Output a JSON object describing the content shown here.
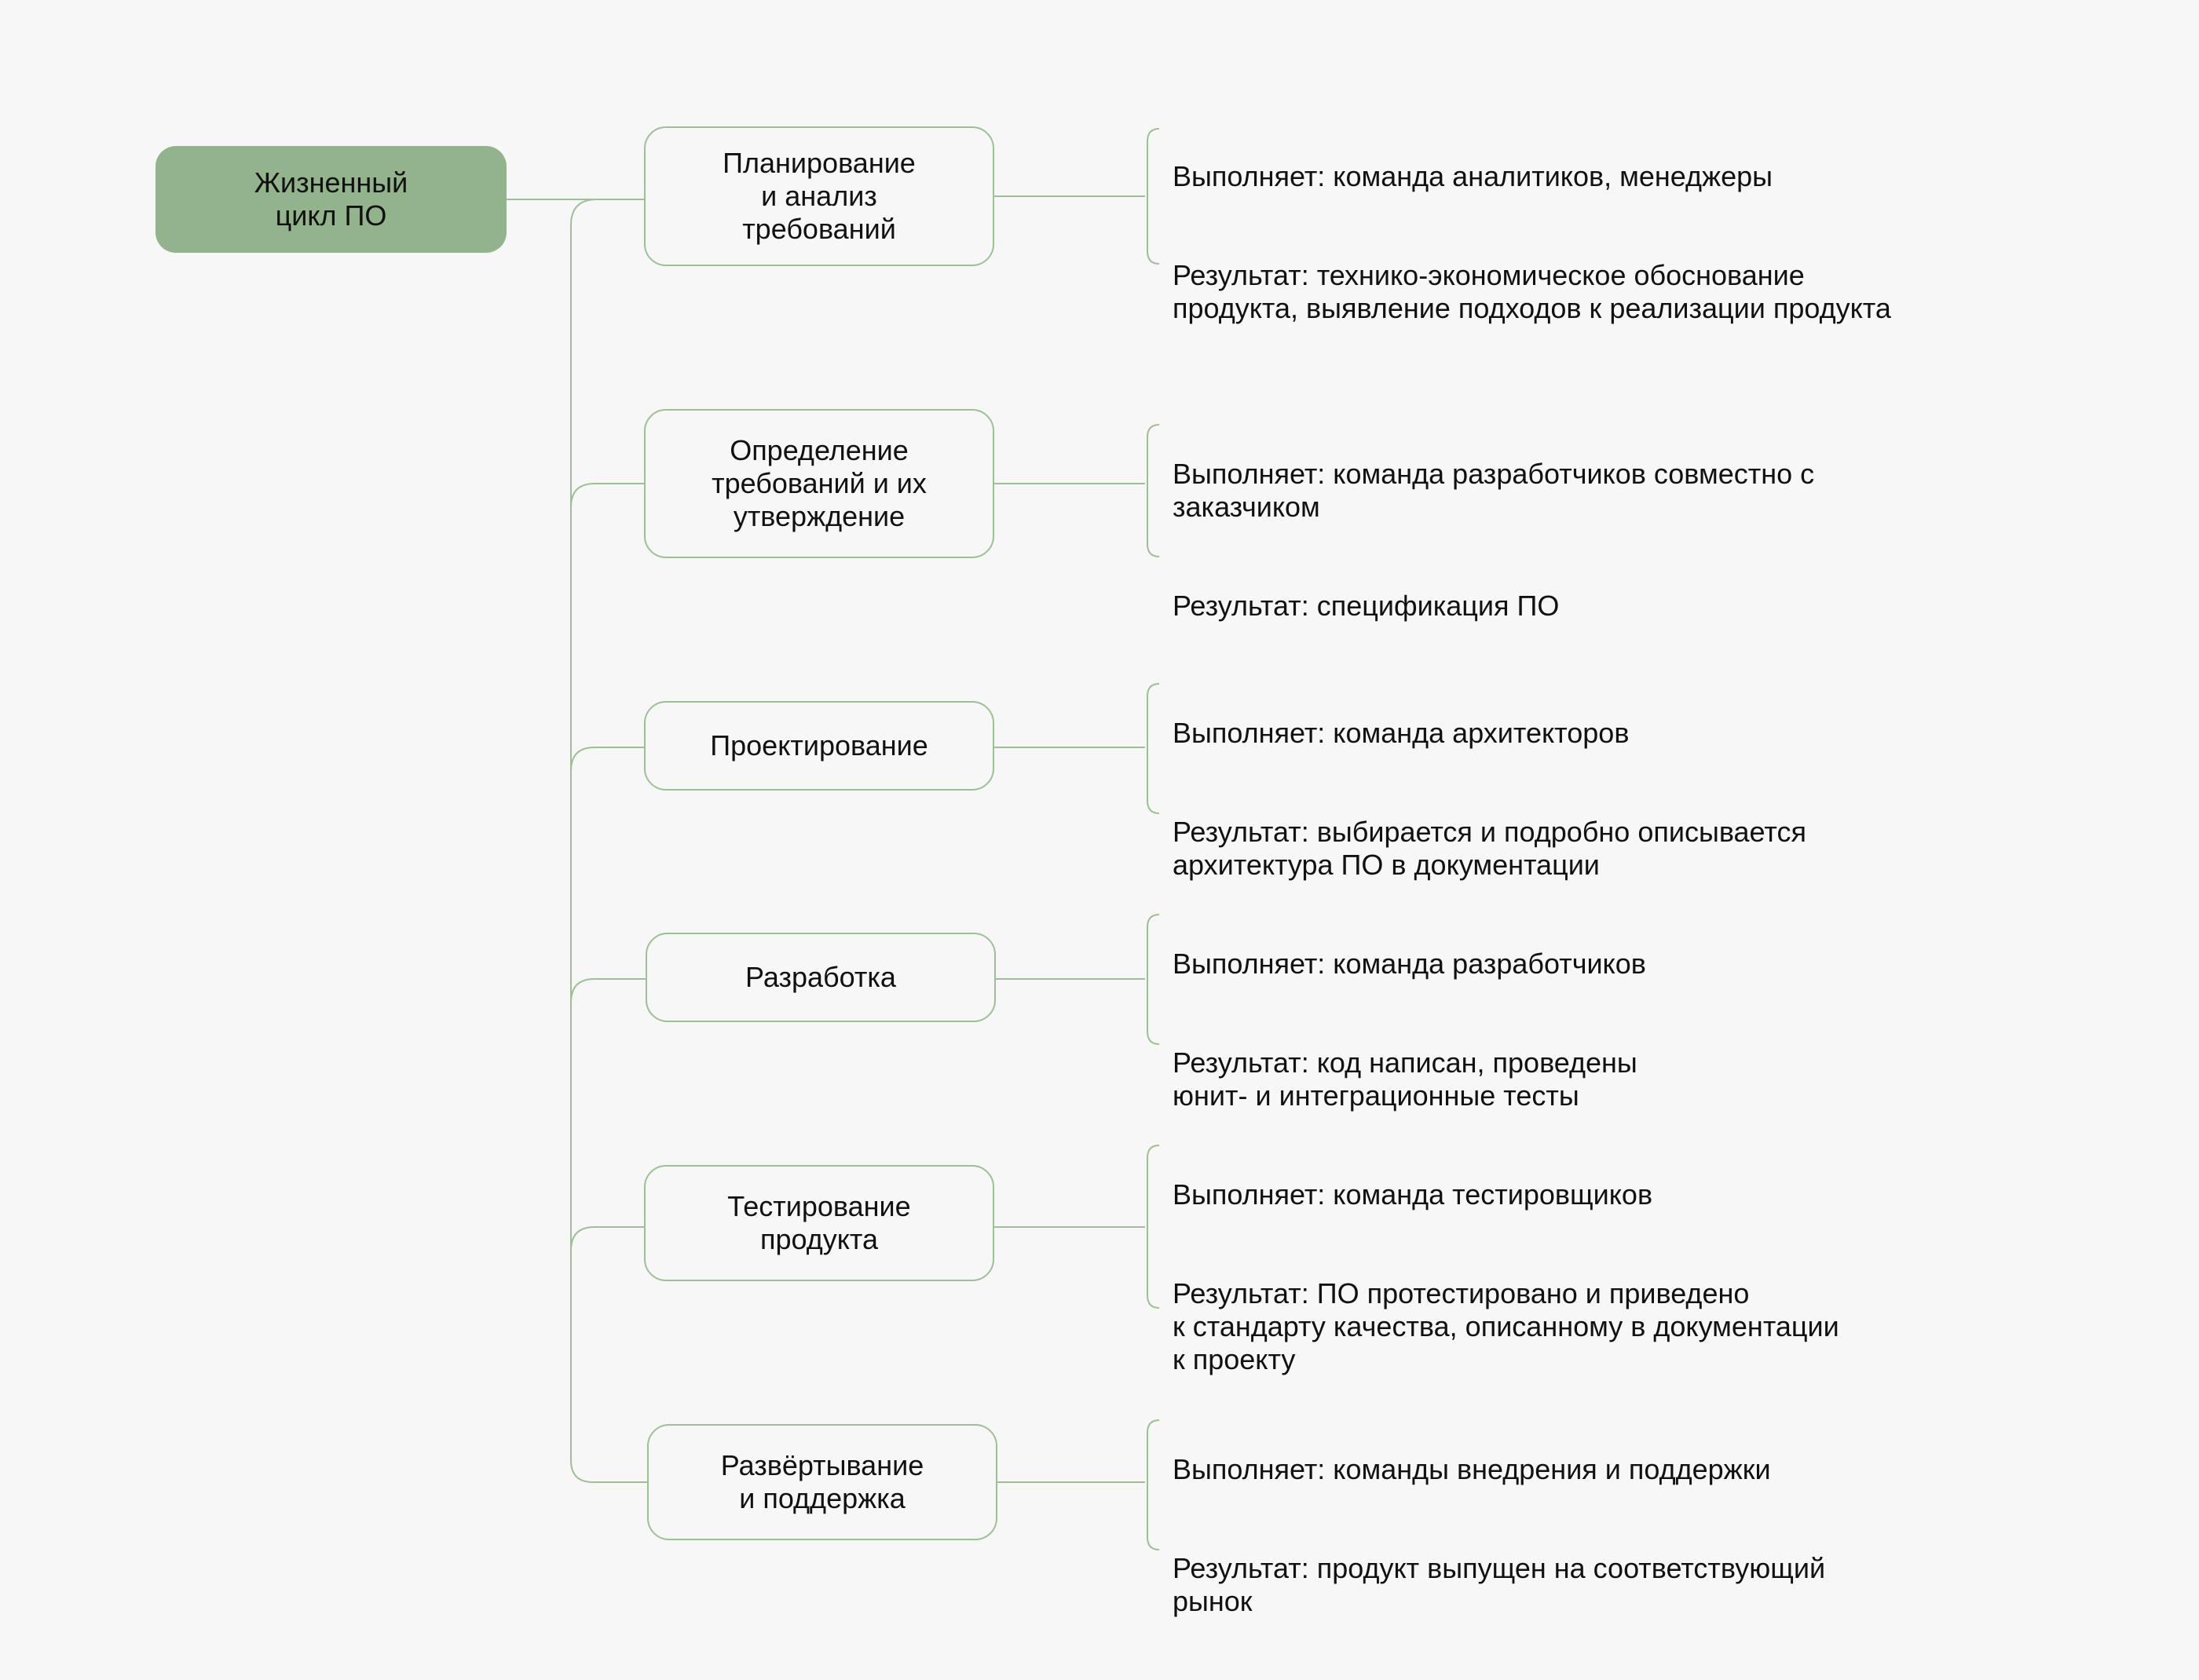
{
  "diagram": {
    "root": {
      "label": "Жизненный\nцикл ПО"
    },
    "stages": [
      {
        "label": "Планирование\nи анализ\nтребований",
        "performer": "Выполняет: команда аналитиков, менеджеры",
        "result": "Результат: технико-экономическое обоснование\nпродукта, выявление подходов к реализации продукта"
      },
      {
        "label": "Определение\nтребований и их\nутверждение",
        "performer": "Выполняет: команда разработчиков совместно с\nзаказчиком",
        "result": "Результат: спецификация ПО"
      },
      {
        "label": "Проектирование",
        "performer": "Выполняет: команда архитекторов",
        "result": "Результат: выбирается и подробно описывается\nархитектура ПО в документации"
      },
      {
        "label": "Разработка",
        "performer": "Выполняет: команда разработчиков",
        "result": "Результат: код написан, проведены\nюнит- и интеграционные тесты"
      },
      {
        "label": "Тестирование\nпродукта",
        "performer": "Выполняет: команда тестировщиков",
        "result": "Результат: ПО протестировано и приведено\nк стандарту качества, описанному в документации\nк проекту"
      },
      {
        "label": "Развёртывание\nи поддержка",
        "performer": "Выполняет: команды внедрения и поддержки",
        "result": "Результат: продукт выпущен на соответствующий\nрынок"
      }
    ]
  },
  "colors": {
    "background": "#f7f7f7",
    "root_fill": "#92b38b",
    "stroke": "#9fbf98",
    "text": "#111111"
  }
}
